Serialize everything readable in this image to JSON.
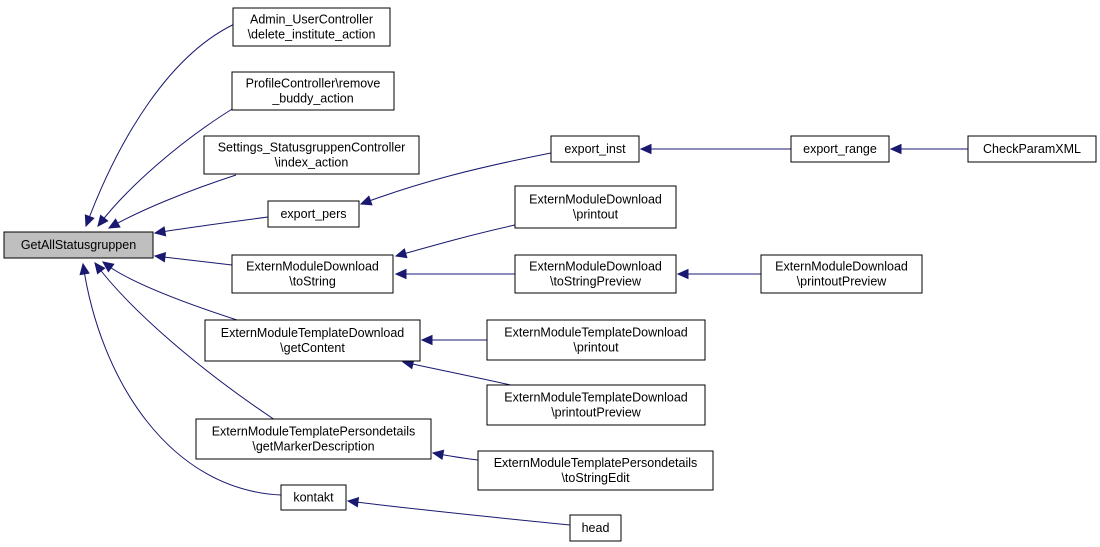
{
  "colors": {
    "edge": "#191970",
    "root_fill": "#bfbfbf",
    "node_fill": "#ffffff",
    "border": "#000000"
  },
  "nodes": [
    {
      "id": "root",
      "lines": [
        "GetAllStatusgruppen"
      ],
      "root": true
    },
    {
      "id": "admin",
      "lines": [
        "Admin_UserController",
        "\\delete_institute_action"
      ]
    },
    {
      "id": "profile",
      "lines": [
        "ProfileController\\remove",
        "_buddy_action"
      ]
    },
    {
      "id": "settings",
      "lines": [
        "Settings_StatusgruppenController",
        "\\index_action"
      ]
    },
    {
      "id": "export_pers",
      "lines": [
        "export_pers"
      ]
    },
    {
      "id": "emd_tostring",
      "lines": [
        "ExternModuleDownload",
        "\\toString"
      ]
    },
    {
      "id": "emtd_getcontent",
      "lines": [
        "ExternModuleTemplateDownload",
        "\\getContent"
      ]
    },
    {
      "id": "emtp_getmarker",
      "lines": [
        "ExternModuleTemplatePersondetails",
        "\\getMarkerDescription"
      ]
    },
    {
      "id": "kontakt",
      "lines": [
        "kontakt"
      ]
    },
    {
      "id": "export_inst",
      "lines": [
        "export_inst"
      ]
    },
    {
      "id": "emd_printout",
      "lines": [
        "ExternModuleDownload",
        "\\printout"
      ]
    },
    {
      "id": "emd_tostringpreview",
      "lines": [
        "ExternModuleDownload",
        "\\toStringPreview"
      ]
    },
    {
      "id": "emtd_printout",
      "lines": [
        "ExternModuleTemplateDownload",
        "\\printout"
      ]
    },
    {
      "id": "emtd_printoutpreview",
      "lines": [
        "ExternModuleTemplateDownload",
        "\\printoutPreview"
      ]
    },
    {
      "id": "emtp_tostringedit",
      "lines": [
        "ExternModuleTemplatePersondetails",
        "\\toStringEdit"
      ]
    },
    {
      "id": "head",
      "lines": [
        "head"
      ]
    },
    {
      "id": "export_range",
      "lines": [
        "export_range"
      ]
    },
    {
      "id": "emd_printoutpreview",
      "lines": [
        "ExternModuleDownload",
        "\\printoutPreview"
      ]
    },
    {
      "id": "checkparamxml",
      "lines": [
        "CheckParamXML"
      ]
    }
  ],
  "edges": [
    {
      "from": "admin",
      "to": "root"
    },
    {
      "from": "profile",
      "to": "root"
    },
    {
      "from": "settings",
      "to": "root"
    },
    {
      "from": "export_pers",
      "to": "root"
    },
    {
      "from": "emd_tostring",
      "to": "root"
    },
    {
      "from": "emtd_getcontent",
      "to": "root"
    },
    {
      "from": "emtp_getmarker",
      "to": "root"
    },
    {
      "from": "kontakt",
      "to": "root"
    },
    {
      "from": "export_inst",
      "to": "export_pers"
    },
    {
      "from": "emd_printout",
      "to": "emd_tostring"
    },
    {
      "from": "emd_tostringpreview",
      "to": "emd_tostring"
    },
    {
      "from": "emtd_printout",
      "to": "emtd_getcontent"
    },
    {
      "from": "emtd_printoutpreview",
      "to": "emtd_getcontent"
    },
    {
      "from": "emtp_tostringedit",
      "to": "emtp_getmarker"
    },
    {
      "from": "head",
      "to": "kontakt"
    },
    {
      "from": "export_range",
      "to": "export_inst"
    },
    {
      "from": "emd_printoutpreview",
      "to": "emd_tostringpreview"
    },
    {
      "from": "checkparamxml",
      "to": "export_range"
    }
  ]
}
